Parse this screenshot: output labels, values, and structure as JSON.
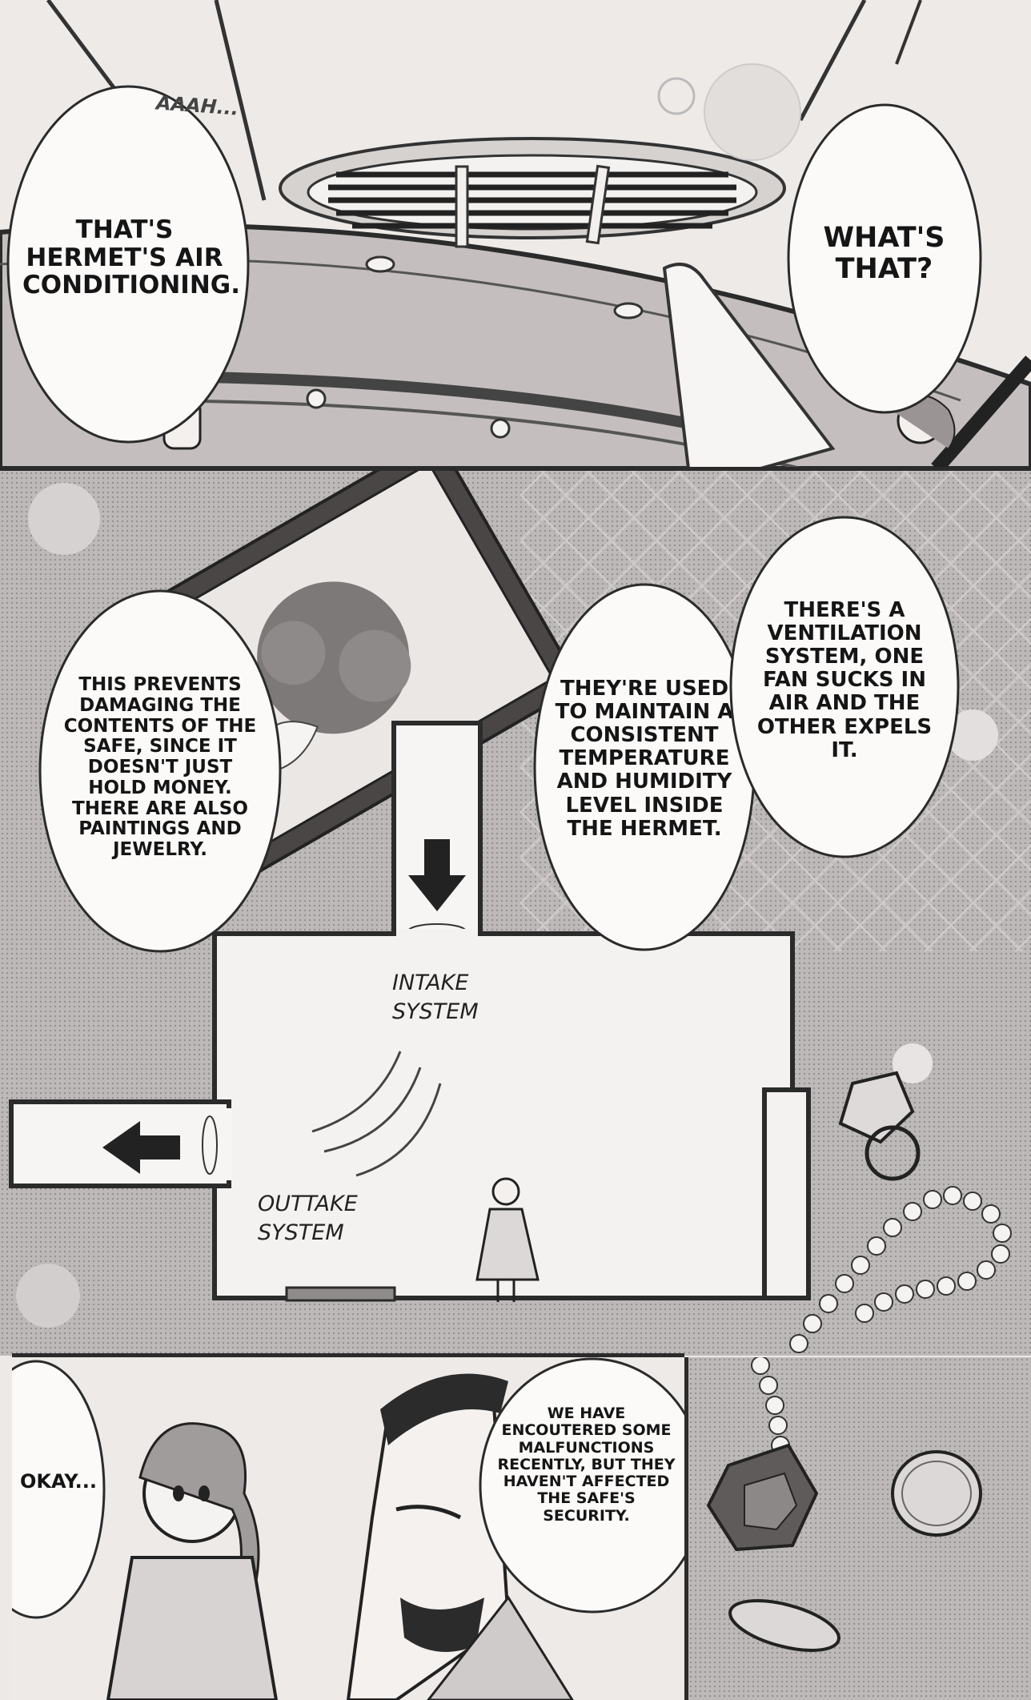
{
  "panels": {
    "top": {
      "sfx": "AAAH...",
      "bubble_left": "THAT'S HERMET'S AIR CONDITIONING.",
      "bubble_right": "WHAT'S THAT?"
    },
    "middle": {
      "bubble_left": "THIS PREVENTS DAMAGING THE CONTENTS OF THE SAFE, SINCE IT DOESN'T JUST HOLD MONEY. THERE ARE ALSO PAINTINGS AND JEWELRY.",
      "bubble_center": "THEY'RE USED TO MAINTAIN A CONSISTENT TEMPERATURE AND HUMIDITY LEVEL INSIDE THE HERMET.",
      "bubble_right": "THERE'S A VENTILATION SYSTEM, ONE FAN SUCKS IN AIR AND THE OTHER EXPELS IT.",
      "intake_label": "INTAKE SYSTEM",
      "outtake_label": "OUTTAKE SYSTEM"
    },
    "bottom": {
      "bubble_left": "OKAY...",
      "bubble_right": "WE HAVE ENCOUTERED SOME MALFUNCTIONS RECENTLY, BUT THEY HAVEN'T AFFECTED THE SAFE'S SECURITY."
    }
  },
  "colors": {
    "paper": "#ede9e7",
    "screentone": "#b9b5b4",
    "ink": "#151515",
    "panel_border": "#2b2b2b"
  },
  "icons": [
    "arrow-down-icon",
    "arrow-left-icon",
    "ring-icon",
    "pearl-necklace-icon",
    "gem-icon",
    "coin-icon"
  ]
}
